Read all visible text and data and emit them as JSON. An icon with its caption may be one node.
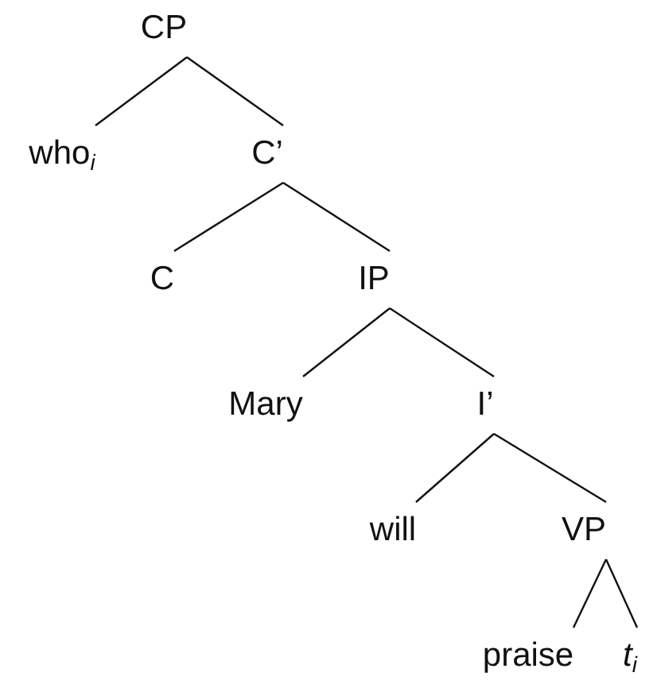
{
  "diagram": {
    "nodes": [
      {
        "text": [
          "CP"
        ]
      },
      {
        "text": [
          "who$_{i}$"
        ]
      },
      {
        "text": [
          "C’"
        ]
      },
      {
        "text": [
          "C"
        ]
      },
      {
        "text": [
          "IP"
        ]
      },
      {
        "text": [
          "Mary"
        ]
      },
      {
        "text": [
          "I’"
        ]
      },
      {
        "text": [
          "will"
        ]
      },
      {
        "text": [
          "VP"
        ]
      },
      {
        "text": [
          "praise"
        ]
      },
      {
        "text": [
          "*t*$_{i}$"
        ]
      }
    ],
    "edges": [
      {
        "from": 0,
        "to": 1,
        "arrow": "none"
      },
      {
        "from": 0,
        "to": 2,
        "arrow": "none"
      },
      {
        "from": 2,
        "to": 3,
        "arrow": "none"
      },
      {
        "from": 2,
        "to": 4,
        "arrow": "none"
      },
      {
        "from": 4,
        "to": 5,
        "arrow": "none"
      },
      {
        "from": 4,
        "to": 6,
        "arrow": "none"
      },
      {
        "from": 6,
        "to": 7,
        "arrow": "none"
      },
      {
        "from": 6,
        "to": 8,
        "arrow": "none"
      },
      {
        "from": 8,
        "to": 9,
        "arrow": "none"
      },
      {
        "from": 8,
        "to": 10,
        "arrow": "none"
      }
    ]
  }
}
